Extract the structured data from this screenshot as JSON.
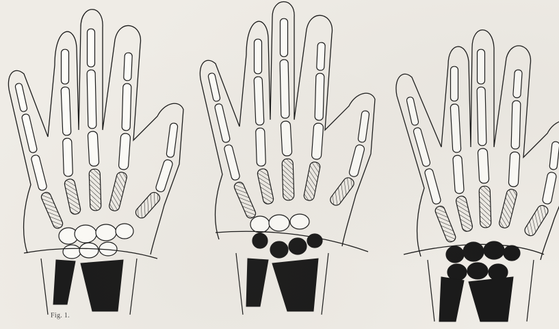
{
  "figure": {
    "caption": "Fig. 1.",
    "colors": {
      "paper": "#efece6",
      "ink": "#1a1a1a",
      "hatch": "#2a2a2a"
    },
    "panels": [
      {
        "stage": "hand-1",
        "carpal_style": "outlined",
        "radius_ulna_style": "solid"
      },
      {
        "stage": "hand-2",
        "carpal_style": "partly-solid",
        "radius_ulna_style": "solid"
      },
      {
        "stage": "hand-3",
        "carpal_style": "solid",
        "radius_ulna_style": "solid"
      }
    ]
  }
}
